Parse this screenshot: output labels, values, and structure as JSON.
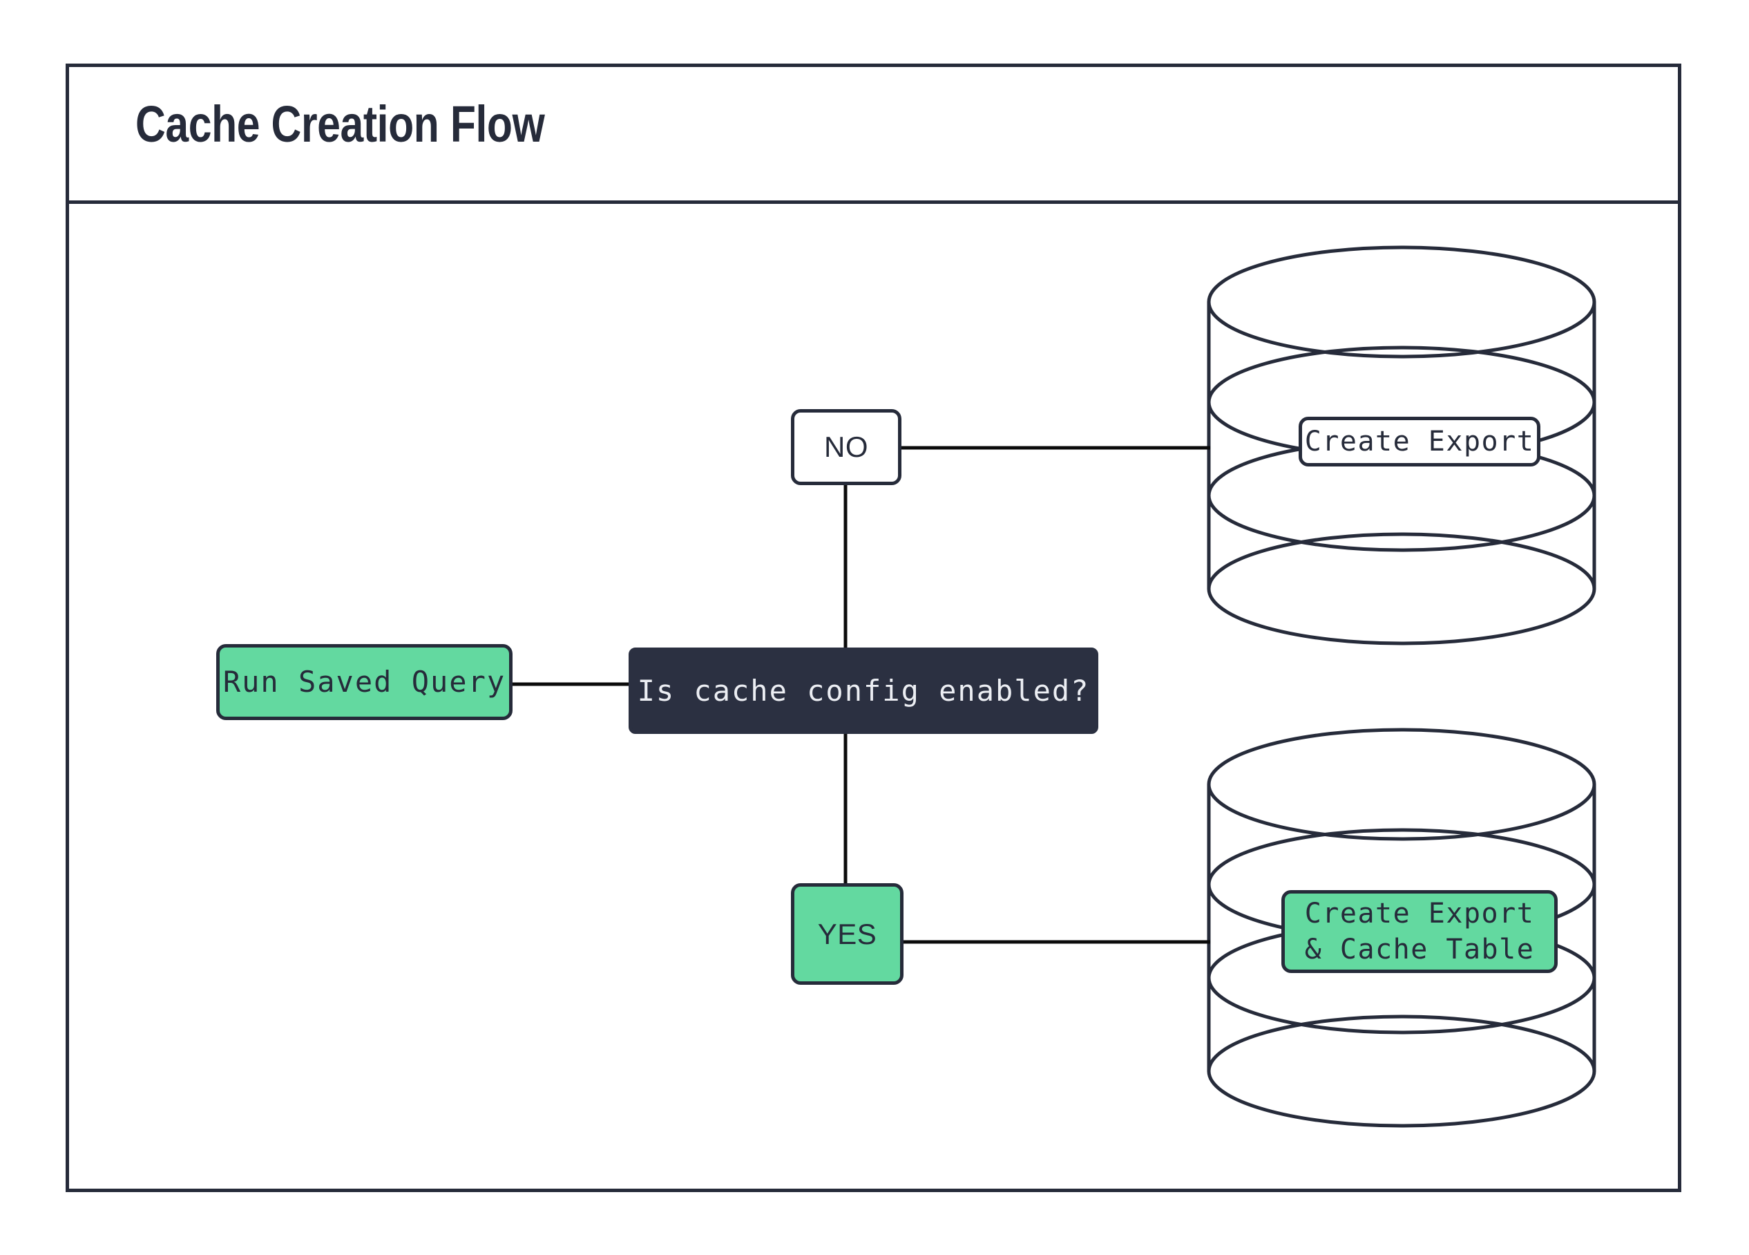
{
  "diagram": {
    "title": "Cache Creation Flow",
    "type": "flowchart",
    "colors": {
      "accent_green": "#63d9a0",
      "dark_navy": "#2b3041",
      "stroke": "#262b3a",
      "edge": "#0b0b0b",
      "white": "#ffffff"
    },
    "nodes": [
      {
        "id": "run-saved-query",
        "label": "Run Saved Query",
        "shape": "rounded-rect",
        "style": "green"
      },
      {
        "id": "decision",
        "label": "Is cache config enabled?",
        "shape": "rounded-rect",
        "style": "dark"
      },
      {
        "id": "no",
        "label": "NO",
        "shape": "rounded-rect",
        "style": "white"
      },
      {
        "id": "yes",
        "label": "YES",
        "shape": "rounded-rect",
        "style": "green"
      },
      {
        "id": "db-top",
        "label": "Create Export",
        "shape": "cylinder",
        "style": "white"
      },
      {
        "id": "db-bottom",
        "label": "Create Export\n& Cache Table",
        "shape": "cylinder",
        "style": "green"
      }
    ],
    "edges": [
      {
        "from": "run-saved-query",
        "to": "decision",
        "label": ""
      },
      {
        "from": "decision",
        "to": "no",
        "label": ""
      },
      {
        "from": "decision",
        "to": "yes",
        "label": ""
      },
      {
        "from": "no",
        "to": "db-top",
        "label": ""
      },
      {
        "from": "yes",
        "to": "db-bottom",
        "label": ""
      }
    ]
  }
}
